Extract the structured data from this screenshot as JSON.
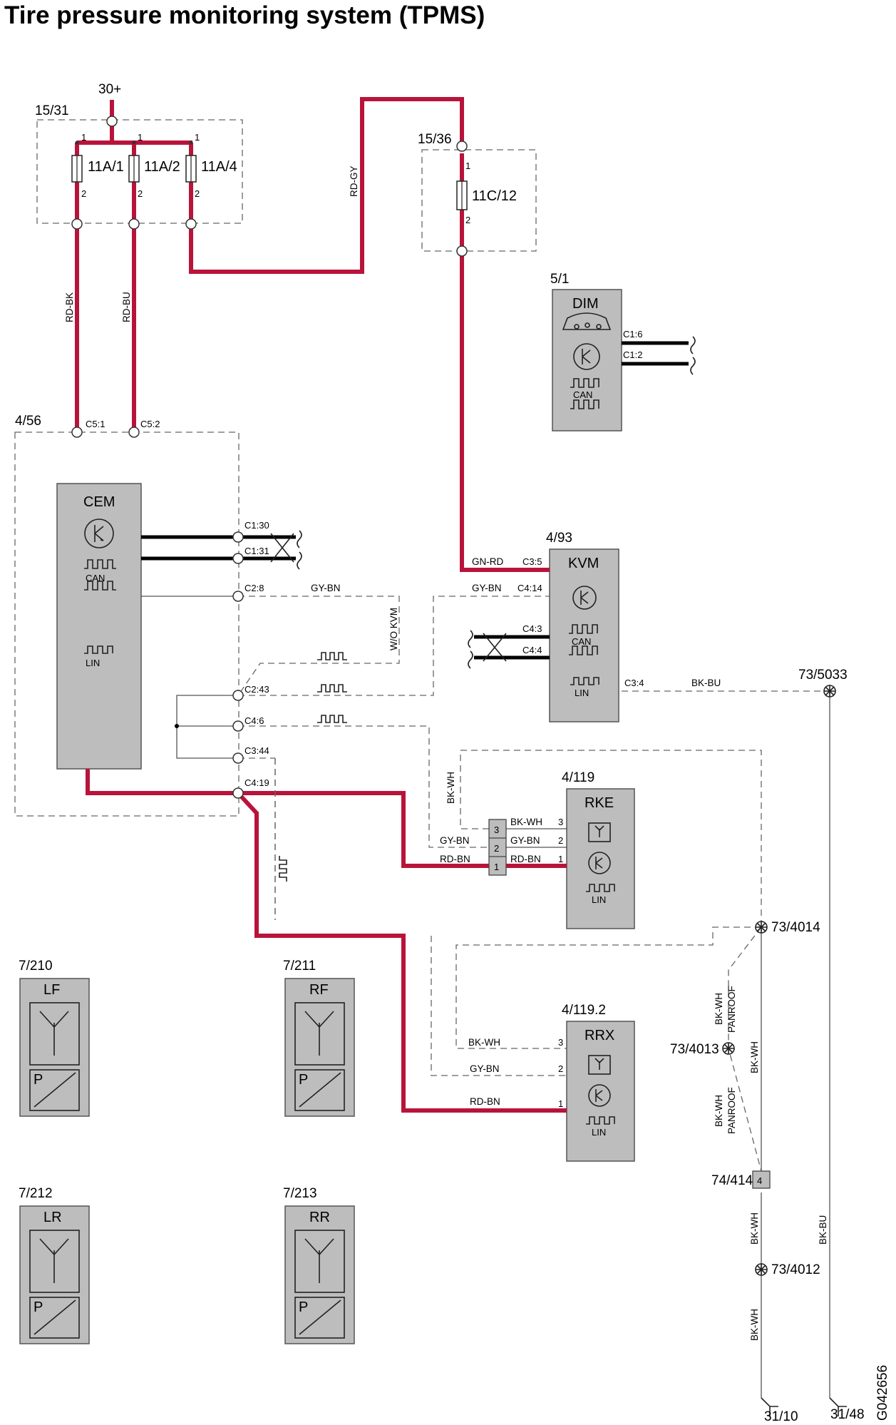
{
  "title": "Tire pressure monitoring system (TPMS)",
  "image_code": "G042656",
  "supply": {
    "label": "30+",
    "fusebox_a": "15/31",
    "fusebox_b": "15/36"
  },
  "fuses": [
    {
      "label": "11A/1",
      "pin_top": "1",
      "pin_bottom": "2"
    },
    {
      "label": "11A/2",
      "pin_top": "1",
      "pin_bottom": "2"
    },
    {
      "label": "11A/4",
      "pin_top": "1",
      "pin_bottom": "2"
    },
    {
      "label": "11C/12",
      "pin_top": "1",
      "pin_bottom": "2"
    }
  ],
  "modules": {
    "cem": {
      "ref": "4/56",
      "name": "CEM",
      "can": "CAN",
      "lin": "LIN"
    },
    "dim": {
      "ref": "5/1",
      "name": "DIM",
      "can": "CAN"
    },
    "kvm": {
      "ref": "4/93",
      "name": "KVM",
      "can": "CAN",
      "lin": "LIN"
    },
    "rke": {
      "ref": "4/119",
      "name": "RKE",
      "lin": "LIN"
    },
    "rrx": {
      "ref": "4/119.2",
      "name": "RRX",
      "lin": "LIN"
    }
  },
  "sensors": [
    {
      "ref": "7/210",
      "name": "LF",
      "p": "P"
    },
    {
      "ref": "7/211",
      "name": "RF",
      "p": "P"
    },
    {
      "ref": "7/212",
      "name": "LR",
      "p": "P"
    },
    {
      "ref": "7/213",
      "name": "RR",
      "p": "P"
    }
  ],
  "connector_pins": {
    "cem_c5_1": "C5:1",
    "cem_c5_2": "C5:2",
    "cem_c1_30": "C1:30",
    "cem_c1_31": "C1:31",
    "cem_c2_8": "C2:8",
    "cem_c2_43": "C2:43",
    "cem_c4_6": "C4:6",
    "cem_c3_44": "C3:44",
    "cem_c4_19": "C4:19",
    "dim_c1_6": "C1:6",
    "dim_c1_2": "C1:2",
    "kvm_c3_5": "C3:5",
    "kvm_c4_14": "C4:14",
    "kvm_c4_3": "C4:3",
    "kvm_c4_4": "C4:4",
    "kvm_c3_4": "C3:4",
    "pin_1": "1",
    "pin_2": "2",
    "pin_3": "3"
  },
  "wire_colors": {
    "rd_bk": "RD-BK",
    "rd_bu": "RD-BU",
    "rd_gy": "RD-GY",
    "gn_rd": "GN-RD",
    "gy_bn": "GY-BN",
    "bk_bu": "BK-BU",
    "bk_wh": "BK-WH",
    "rd_bn": "RD-BN",
    "panroof": "PANROOF",
    "wo_kvm": "W/O KVM"
  },
  "ground_points": {
    "g5033": "73/5033",
    "g4014": "73/4014",
    "g4013": "73/4013",
    "g4012": "73/4012",
    "conn_74_414": "74/414",
    "conn_74_414_pin": "4",
    "gnd_31_10": "31/10",
    "gnd_31_48": "31/48"
  },
  "colors": {
    "power_wire": "#b8143a",
    "module_fill": "#bdbdbd"
  }
}
